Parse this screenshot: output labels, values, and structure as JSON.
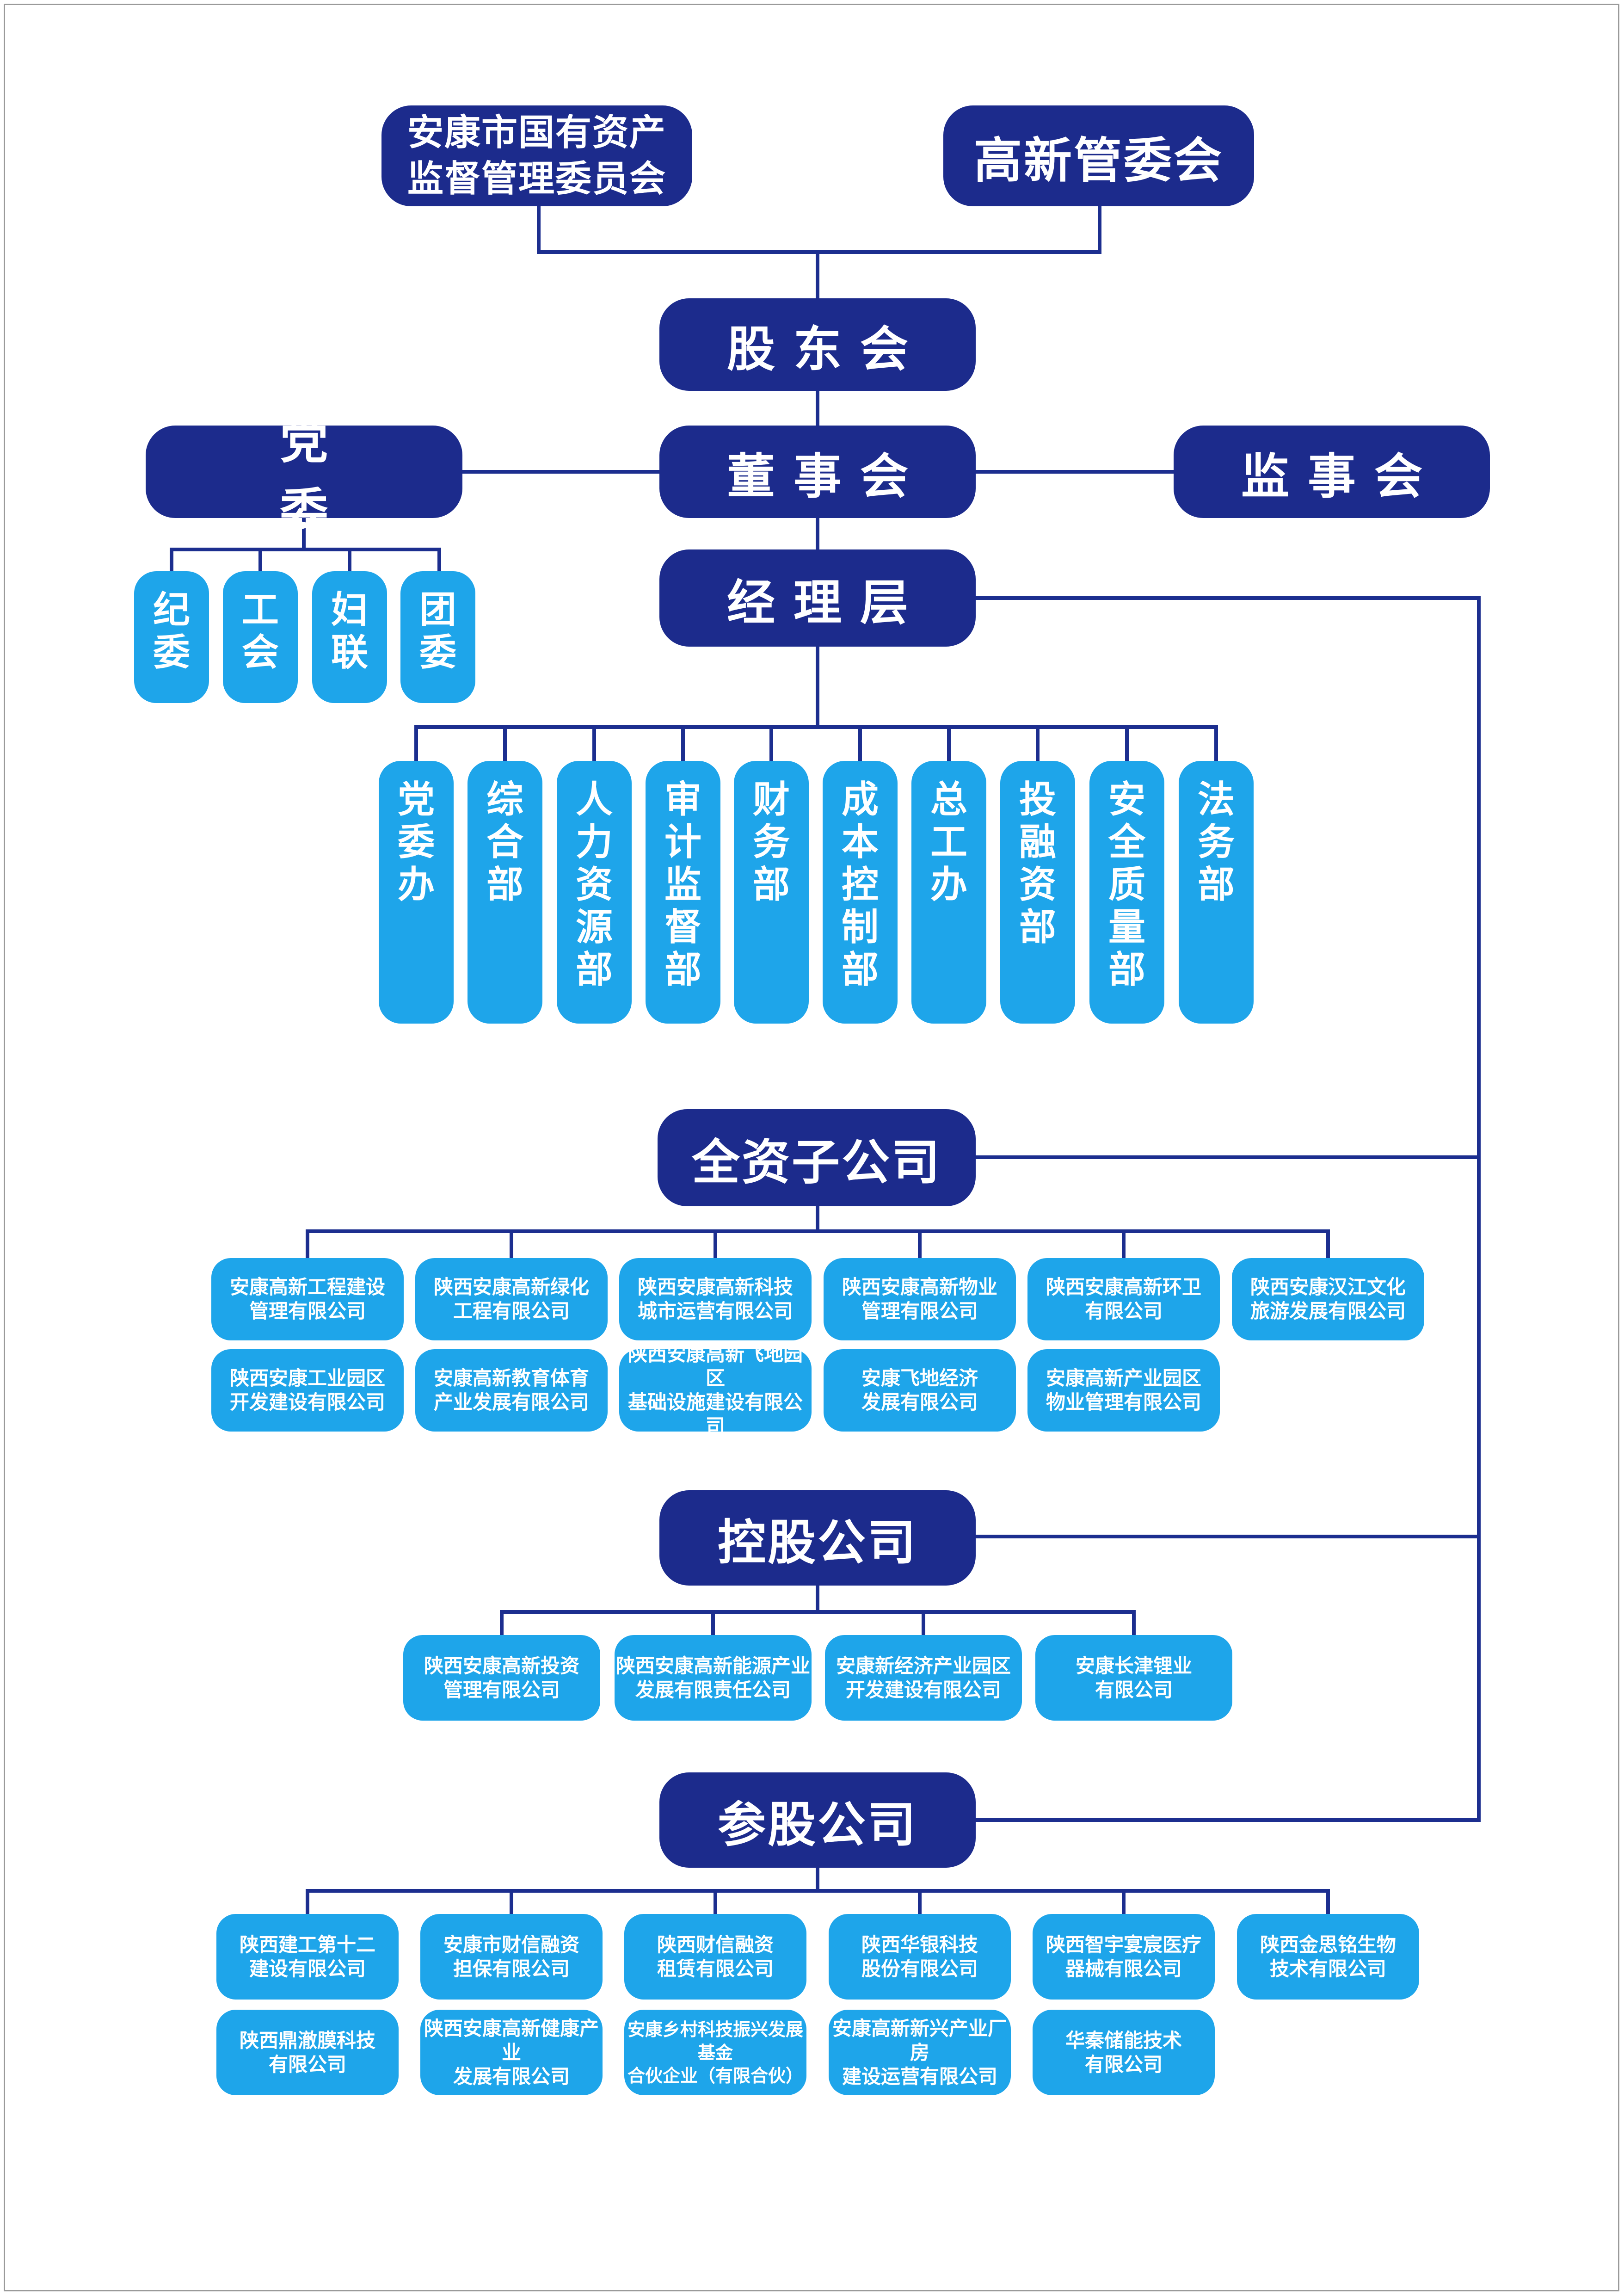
{
  "supervisors": {
    "sasac": "安康市国有资产\n监督管理委员会",
    "hitech_committee": "高新管委会"
  },
  "governance": {
    "shareholders_meeting": "股东会",
    "board_of_directors": "董事会",
    "party_committee": "党委",
    "board_of_supervisors": "监事会",
    "management": "经理层"
  },
  "mass_organizations": [
    {
      "label": "纪\n委"
    },
    {
      "label": "工\n会"
    },
    {
      "label": "妇\n联"
    },
    {
      "label": "团\n委"
    }
  ],
  "departments": [
    {
      "label": "党\n委\n办"
    },
    {
      "label": "综\n合\n部"
    },
    {
      "label": "人\n力\n资\n源\n部"
    },
    {
      "label": "审\n计\n监\n督\n部"
    },
    {
      "label": "财\n务\n部"
    },
    {
      "label": "成\n本\n控\n制\n部"
    },
    {
      "label": "总\n工\n办"
    },
    {
      "label": "投\n融\n资\n部"
    },
    {
      "label": "安\n全\n质\n量\n部"
    },
    {
      "label": "法\n务\n部"
    }
  ],
  "wholly_owned": {
    "title": "全资子公司",
    "companies": [
      {
        "label": "安康高新工程建设\n管理有限公司"
      },
      {
        "label": "陕西安康高新绿化\n工程有限公司"
      },
      {
        "label": "陕西安康高新科技\n城市运营有限公司"
      },
      {
        "label": "陕西安康高新物业\n管理有限公司"
      },
      {
        "label": "陕西安康高新环卫\n有限公司"
      },
      {
        "label": "陕西安康汉江文化\n旅游发展有限公司"
      },
      {
        "label": "陕西安康工业园区\n开发建设有限公司"
      },
      {
        "label": "安康高新教育体育\n产业发展有限公司"
      },
      {
        "label": "陕西安康高新飞地园区\n基础设施建设有限公司"
      },
      {
        "label": "安康飞地经济\n发展有限公司"
      },
      {
        "label": "安康高新产业园区\n物业管理有限公司"
      }
    ]
  },
  "holding": {
    "title": "控股公司",
    "companies": [
      {
        "label": "陕西安康高新投资\n管理有限公司"
      },
      {
        "label": "陕西安康高新能源产业\n发展有限责任公司"
      },
      {
        "label": "安康新经济产业园区\n开发建设有限公司"
      },
      {
        "label": "安康长津锂业\n有限公司"
      }
    ]
  },
  "equity_participation": {
    "title": "参股公司",
    "companies": [
      {
        "label": "陕西建工第十二\n建设有限公司"
      },
      {
        "label": "安康市财信融资\n担保有限公司"
      },
      {
        "label": "陕西财信融资\n租赁有限公司"
      },
      {
        "label": "陕西华银科技\n股份有限公司"
      },
      {
        "label": "陕西智宇宴宸医疗\n器械有限公司"
      },
      {
        "label": "陕西金思铭生物\n技术有限公司"
      },
      {
        "label": "陕西鼎澈膜科技\n有限公司"
      },
      {
        "label": "陕西安康高新健康产业\n发展有限公司"
      },
      {
        "label": "安康乡村科技振兴发展基金\n合伙企业（有限合伙）"
      },
      {
        "label": "安康高新新兴产业厂房\n建设运营有限公司"
      },
      {
        "label": "华秦储能技术\n有限公司"
      }
    ]
  },
  "colors": {
    "dark_node": "#1c2b8c",
    "light_node": "#1ea5ea",
    "connector": "#1c2e8f",
    "background": "#ffffff"
  }
}
